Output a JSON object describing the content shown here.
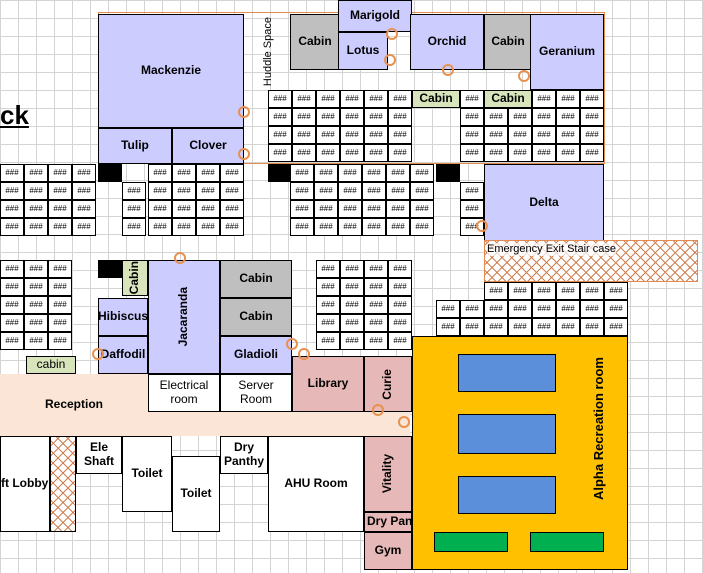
{
  "heading_fragment": "ck",
  "desk_label": "###",
  "rooms": {
    "marigold": "Marigold",
    "cabin_1": "Cabin",
    "lotus": "Lotus",
    "orchid": "Orchid",
    "cabin_2": "Cabin",
    "geranium": "Geranium",
    "mackenzie": "Mackenzie",
    "huddle_space": "Huddle Space",
    "tulip": "Tulip",
    "clover": "Clover",
    "cabin_green_1": "Cabin",
    "cabin_green_2": "Cabin",
    "delta": "Delta",
    "emergency_exit": "Emergency Exit Stair case",
    "cabin_vertical": "Cabin",
    "jacaranda": "Jacaranda",
    "cabin_3": "Cabin",
    "cabin_4": "Cabin",
    "hibiscus": "Hibiscus",
    "daffodil": "Daffodil",
    "gladioli": "Gladioli",
    "cabin_small": "cabin",
    "reception": "Reception",
    "electrical_room": "Electrical room",
    "server_room": "Server Room",
    "library": "Library",
    "curie": "Curie",
    "alpha_recreation": "Alpha Recreation room",
    "lift_lobby": "ft Lobby",
    "ele_shaft": "Ele Shaft",
    "toilet_1": "Toilet",
    "toilet_2": "Toilet",
    "dry_panthy": "Dry Panthy",
    "ahu_room": "AHU Room",
    "vitality": "Vitality",
    "dry_pant": "Dry Pant",
    "gym": "Gym"
  },
  "colors": {
    "meeting_room": "#ccccff",
    "cabin": "#bfbfbf",
    "green_cabin": "#d8e4bc",
    "pink_room": "#e6b8b7",
    "recreation": "#ffc000",
    "furniture_blue": "#5b8fd9",
    "furniture_green": "#00b050",
    "reception": "#fbe5d6",
    "outline": "#e28a4f"
  }
}
